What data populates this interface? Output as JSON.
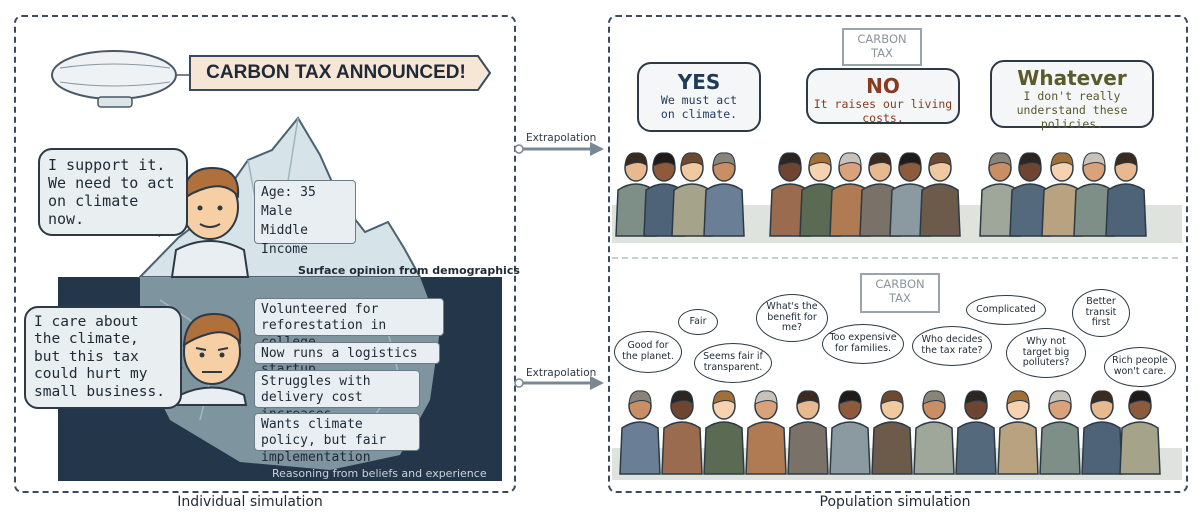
{
  "left_panel": {
    "caption": "Individual simulation",
    "banner": "CARBON TAX ANNOUNCED!",
    "surface_bubble": "I support it. We need to act on climate now.",
    "demographics": [
      "Age: 35",
      "Male",
      "Middle Income"
    ],
    "surface_label": "Surface opinion from demographics",
    "deep_bubble": "I care about the climate, but this tax could hurt my small business.",
    "beliefs": [
      "Volunteered for reforestation in college",
      "Now runs a logistics startup",
      "Struggles with delivery cost increases",
      "Wants climate policy, but fair implementation"
    ],
    "deep_label": "Reasoning from beliefs and experience"
  },
  "arrows": {
    "top_label": "Extrapolation",
    "bottom_label": "Extrapolation"
  },
  "right_panel": {
    "caption": "Population simulation",
    "top_sign": [
      "CARBON",
      "TAX"
    ],
    "bottom_sign": [
      "CARBON",
      "TAX"
    ],
    "opinions": [
      {
        "headline": "YES",
        "detail": "We must act on climate.",
        "color": "#1f3b5c"
      },
      {
        "headline": "NO",
        "detail": "It raises our living costs.",
        "color": "#8b3a1f"
      },
      {
        "headline": "Whatever",
        "detail": "I don't really understand these policies.",
        "color": "#5a5a2a"
      }
    ],
    "thoughts": [
      "Good for the planet.",
      "Fair",
      "Seems fair if transparent.",
      "What's the benefit for me?",
      "Too expensive for families.",
      "Who decides the tax rate?",
      "Complicated",
      "Why not target big polluters?",
      "Better transit first",
      "Rich people won't care."
    ]
  },
  "colors": {
    "panel_border": "#3b4a5e",
    "water": "#24364a",
    "iceberg": "#cfdde3",
    "banner": "#f5e6d6"
  }
}
